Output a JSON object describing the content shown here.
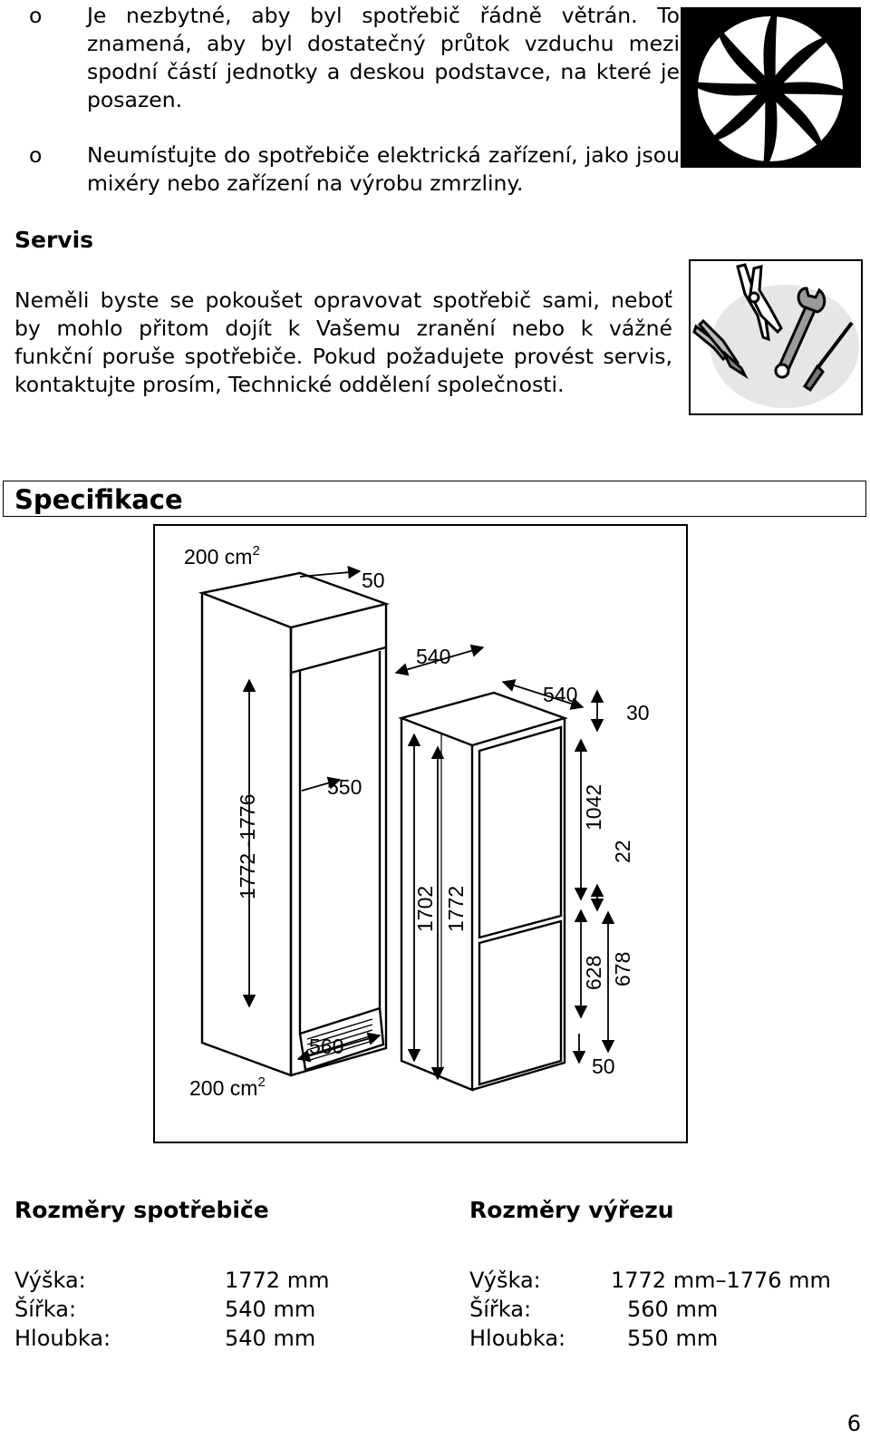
{
  "bullets": [
    {
      "mark": "o",
      "text": "Je nezbytné, aby byl spotřebič řádně větrán. To znamená, aby byl dostatečný průtok vzduchu mezi spodní částí jednotky a deskou podstavce, na které je posazen."
    },
    {
      "mark": "o",
      "text": "Neumísťujte do spotřebiče elektrická zařízení, jako jsou mixéry nebo zařízení na výrobu zmrzliny."
    }
  ],
  "servis": {
    "heading": "Servis",
    "text": "Neměli byste se pokoušet opravovat spotřebič sami, neboť by mohlo přitom dojít k Vašemu zranění nebo k vážné funkční poruše spotřebiče. Pokud požadujete provést servis, kontaktujte prosím, Technické oddělení společnosti."
  },
  "specifikace": {
    "heading": "Specifikace"
  },
  "diagram": {
    "vent_top": "200 cm",
    "vent_bottom": "200 cm",
    "vent_sup": "2",
    "gap_top": "50",
    "niche_height": "1772 -1776",
    "niche_depth": "550",
    "niche_width": "560",
    "appl_width": "540",
    "appl_depth": "540",
    "top_clearance": "30",
    "upper_height": "1042",
    "mid_gap": "22",
    "door_height": "1702",
    "total_height": "1772",
    "lower_height": "628",
    "lower_total": "678",
    "bottom_gap": "50"
  },
  "rozmery_spotrebice": {
    "heading": "Rozměry spotřebiče",
    "rows": [
      {
        "label": "Výška:",
        "value": "1772 mm"
      },
      {
        "label": "Šířka:",
        "value": "540 mm"
      },
      {
        "label": "Hloubka:",
        "value": "540 mm"
      }
    ]
  },
  "rozmery_vyrezu": {
    "heading": "Rozměry výřezu",
    "rows": [
      {
        "label": "Výška:",
        "value": "1772 mm–1776 mm"
      },
      {
        "label": "Šířka:",
        "value": "560 mm"
      },
      {
        "label": "Hloubka:",
        "value": "550 mm"
      }
    ]
  },
  "page_number": "6",
  "icons": [
    "fan-icon",
    "tools-icon"
  ]
}
